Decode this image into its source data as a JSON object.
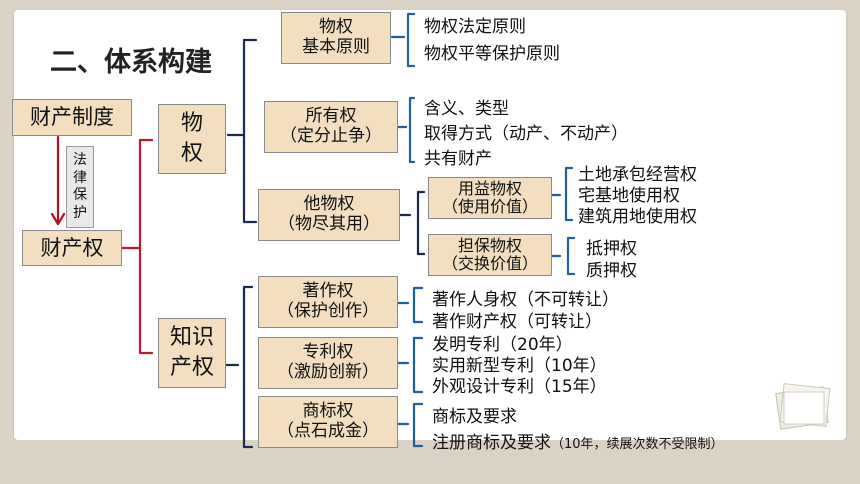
{
  "title": "二、体系构建",
  "root": {
    "top": "财产制度",
    "arrow_label": [
      "法",
      "律",
      "保",
      "护"
    ],
    "bottom": "财产权"
  },
  "branches": {
    "wuquan": {
      "label": "物\n权",
      "principle": {
        "label": "物权\n基本原则",
        "items": [
          "物权法定原则",
          "物权平等保护原则"
        ]
      },
      "suoyou": {
        "label": "所有权\n（定分止争）",
        "items": [
          "含义、类型",
          "取得方式（动产、不动产）",
          "共有财产"
        ]
      },
      "tawu": {
        "label": "他物权\n（物尽其用）",
        "yongyi": {
          "label": "用益物权\n（使用价值）",
          "items": [
            "土地承包经营权",
            "宅基地使用权",
            "建筑用地使用权"
          ]
        },
        "danbao": {
          "label": "担保物权\n（交换价值）",
          "items": [
            "抵押权",
            "质押权"
          ]
        }
      }
    },
    "zhishi": {
      "label": "知识\n产权",
      "zhuzuo": {
        "label": "著作权\n（保护创作）",
        "items": [
          "著作人身权（不可转让）",
          "著作财产权（可转让）"
        ]
      },
      "zhuanli": {
        "label": "专利权\n（激励创新）",
        "items": [
          "发明专利（20年）",
          "实用新型专利（10年）",
          "外观设计专利（15年）"
        ]
      },
      "shangbiao": {
        "label": "商标权\n（点石成金）",
        "items": [
          "商标及要求",
          "注册商标及要求"
        ],
        "note": "（10年，续展次数不受限制）"
      }
    }
  },
  "colors": {
    "box_fill": "#f3dfbf",
    "blue_bracket": "#1f5fa0",
    "red_bracket": "#c0192a",
    "navy_bracket": "#1a2a4a",
    "root_arrow": "#b01020"
  }
}
